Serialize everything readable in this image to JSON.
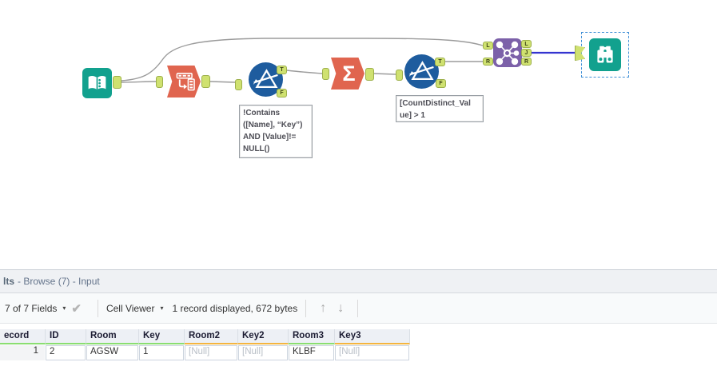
{
  "canvas": {
    "anchors": {
      "t": "T",
      "f": "F",
      "l": "L",
      "j": "J",
      "r": "R"
    },
    "annotations": {
      "filter1": "!Contains\n([Name], “Key”)\nAND [Value]!=\nNULL()",
      "filter2": "[CountDistinct_Val\nue] > 1"
    }
  },
  "icons": {
    "summarize_sigma": "Σ",
    "dropdown_caret": "▾",
    "checkmark": "✔",
    "up_arrow": "↑",
    "down_arrow": "↓"
  },
  "results": {
    "title_bold": "lts",
    "title_rest": "- Browse (7) - Input",
    "toolbar": {
      "fields": "7 of 7 Fields",
      "cell_viewer": "Cell Viewer",
      "record_info": "1 record displayed, 672 bytes"
    },
    "table": {
      "columns": [
        {
          "label": "ecord",
          "underline": "green"
        },
        {
          "label": "ID",
          "underline": "green"
        },
        {
          "label": "Room",
          "underline": "green"
        },
        {
          "label": "Key",
          "underline": "green"
        },
        {
          "label": "Room2",
          "underline": "amber"
        },
        {
          "label": "Key2",
          "underline": "amber"
        },
        {
          "label": "Room3",
          "underline": "green"
        },
        {
          "label": "Key3",
          "underline": "amber"
        }
      ],
      "row": {
        "cells": [
          "1",
          "2",
          "AGSW",
          "1",
          "[Null]",
          "[Null]",
          "KLBF",
          "[Null]"
        ]
      }
    }
  },
  "colors": {
    "tool_teal": "#12a18e",
    "tool_orange": "#e0654f",
    "tool_blue": "#1e5c9e",
    "tool_purple": "#7c61a9",
    "anchor_green": "#cfe170",
    "wire_gray": "#9b9b9b",
    "selected_wire_blue": "#3434d0",
    "selection_dash_blue": "#3f8fd6",
    "underline_green": "#8ade71",
    "underline_amber": "#f4b53f"
  }
}
